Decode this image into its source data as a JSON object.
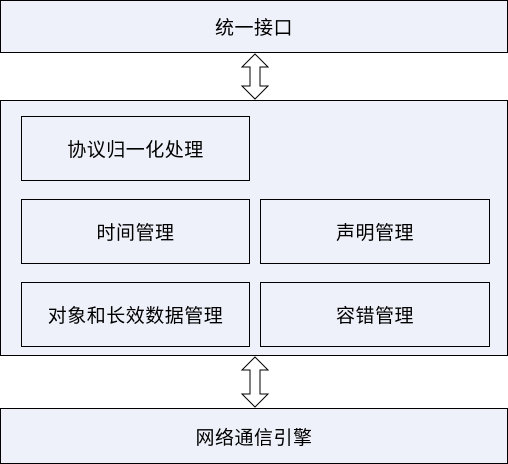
{
  "colors": {
    "box_fill": "#EEF1F9",
    "border": "#000000",
    "text": "#000000",
    "arrow_fill": "#FFFFFF"
  },
  "diagram": {
    "top_box": {
      "label": "统一接口"
    },
    "middle_container": {
      "modules": [
        {
          "label": "协议归一化处理"
        },
        {
          "label": "时间管理"
        },
        {
          "label": "声明管理"
        },
        {
          "label": "对象和长效数据管理"
        },
        {
          "label": "容错管理"
        }
      ]
    },
    "bottom_box": {
      "label": "网络通信引擎"
    }
  }
}
